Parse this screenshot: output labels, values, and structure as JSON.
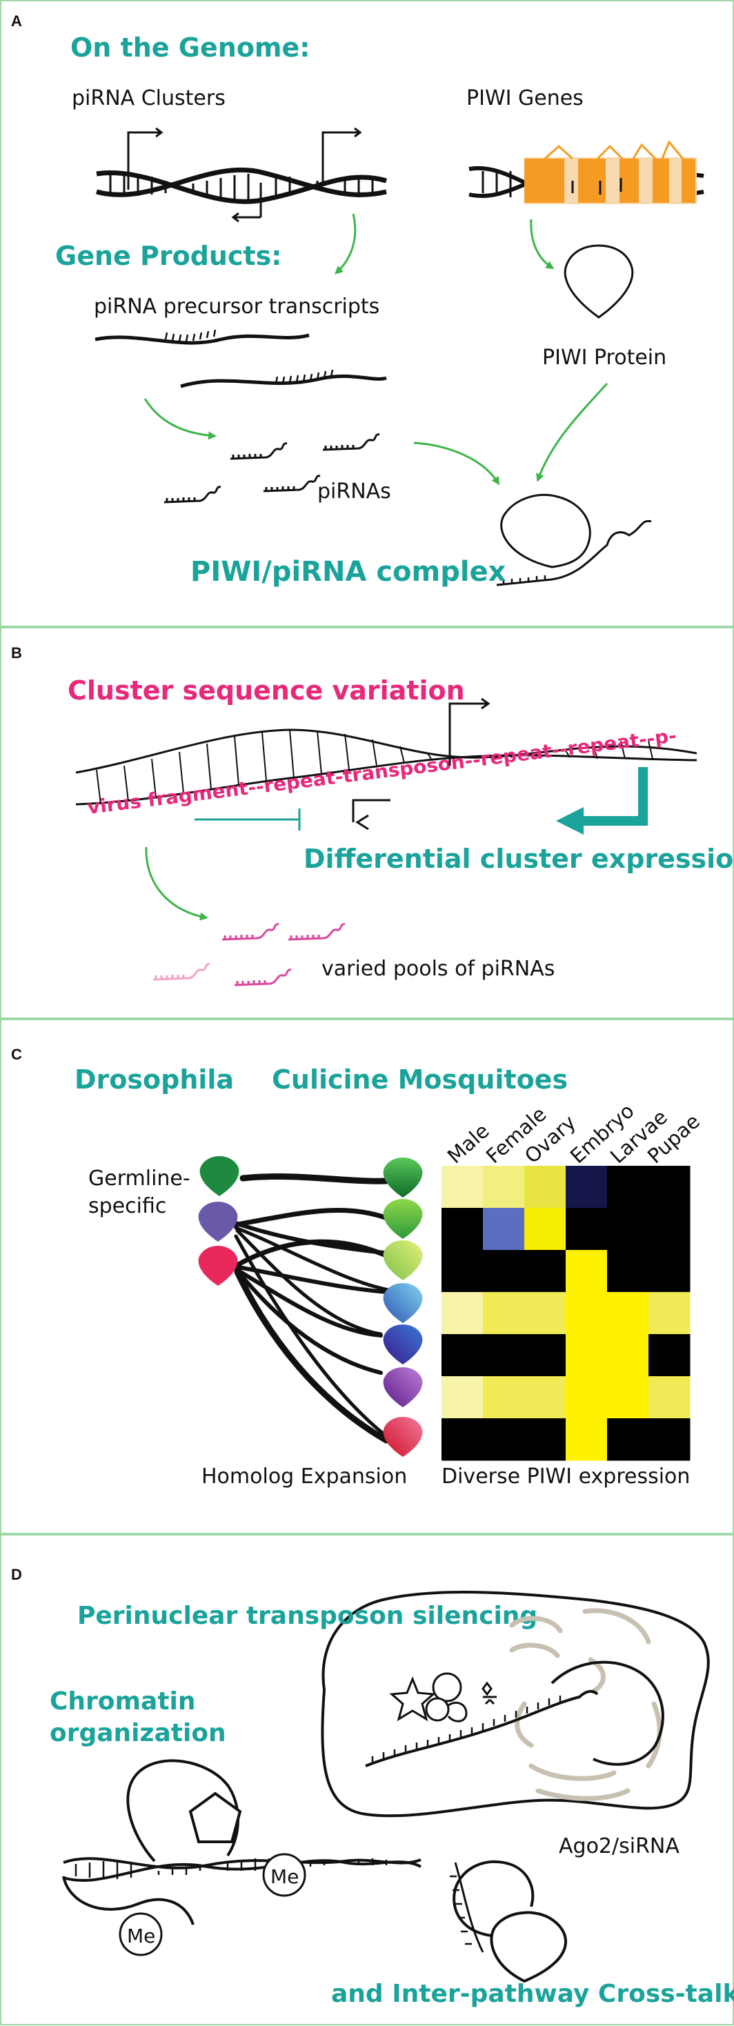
{
  "panelA": {
    "letter": "A",
    "title_genome": "On the Genome:",
    "label_clusters": "piRNA Clusters",
    "label_piwi_genes": "PIWI Genes",
    "title_products": "Gene Products:",
    "label_precursor": "piRNA precursor transcripts",
    "label_piwi_protein": "PIWI Protein",
    "label_pirnas": "piRNAs",
    "title_complex": "PIWI/piRNA complex",
    "colors": {
      "teal": "#1aa39a",
      "orange": "#f59b23",
      "orange_light": "#f7d9b0",
      "arrow_green": "#3cb54a"
    }
  },
  "panelB": {
    "letter": "B",
    "title_variation": "Cluster sequence variation",
    "sequence_text": "virus fragment--repeat-transposon--repeat--repeat--p-",
    "title_expression": "Differential cluster expression",
    "label_pools": "varied pools of piRNAs",
    "colors": {
      "pink": "#e8287a",
      "pink_light": "#f2a3c6",
      "pink_mid": "#d9479a",
      "teal": "#1aa39a"
    }
  },
  "panelC": {
    "letter": "C",
    "title_drosophila": "Drosophila",
    "title_culicine": "Culicine Mosquitoes",
    "label_germline_1": "Germline-",
    "label_germline_2": "specific",
    "label_homolog": "Homolog Expansion",
    "label_diverse": "Diverse PIWI expression",
    "heatmap": {
      "columns": [
        "Male",
        "Female",
        "Ovary",
        "Embryo",
        "Larvae",
        "Pupae"
      ],
      "rows": [
        [
          "#f7f3a8",
          "#f3ef7e",
          "#e8e444",
          "#15164a",
          "#000000",
          "#000000"
        ],
        [
          "#000000",
          "#5b6ec2",
          "#f6ee00",
          "#000000",
          "#000000",
          "#000000"
        ],
        [
          "#000000",
          "#000000",
          "#000000",
          "#fff200",
          "#000000",
          "#000000"
        ],
        [
          "#f7f3a8",
          "#efea55",
          "#efea55",
          "#fff200",
          "#fff200",
          "#efea55"
        ],
        [
          "#000000",
          "#000000",
          "#000000",
          "#fff200",
          "#fff200",
          "#000000"
        ],
        [
          "#f7f3a8",
          "#efea55",
          "#efea55",
          "#fff200",
          "#fff200",
          "#efea55"
        ],
        [
          "#000000",
          "#000000",
          "#000000",
          "#fff200",
          "#000000",
          "#000000"
        ]
      ]
    },
    "drosophila_drops": [
      "#1e8a3f",
      "#6a58a8",
      "#e8285a"
    ],
    "mosquito_drops": [
      [
        "#5bc75a",
        "#0d6b2a"
      ],
      [
        "#8ed84a",
        "#2e9a3a"
      ],
      [
        "#e3f07a",
        "#7cc24a"
      ],
      [
        "#7fd3f0",
        "#2f55b0"
      ],
      [
        "#3a78d8",
        "#3a1b8a"
      ],
      [
        "#c07fd8",
        "#5b1b8a"
      ],
      [
        "#f07a9a",
        "#d01028"
      ]
    ]
  },
  "panelD": {
    "letter": "D",
    "title_perinuclear": "Perinuclear transposon silencing",
    "title_chromatin_1": "Chromatin",
    "title_chromatin_2": "organization",
    "label_me_1": "Me",
    "label_me_2": "Me",
    "label_ago2": "Ago2/siRNA",
    "title_crosstalk": "and Inter-pathway Cross-talk",
    "colors": {
      "mito": "#c8c0b0"
    }
  },
  "frame": {
    "border": "#9fd8a6"
  }
}
